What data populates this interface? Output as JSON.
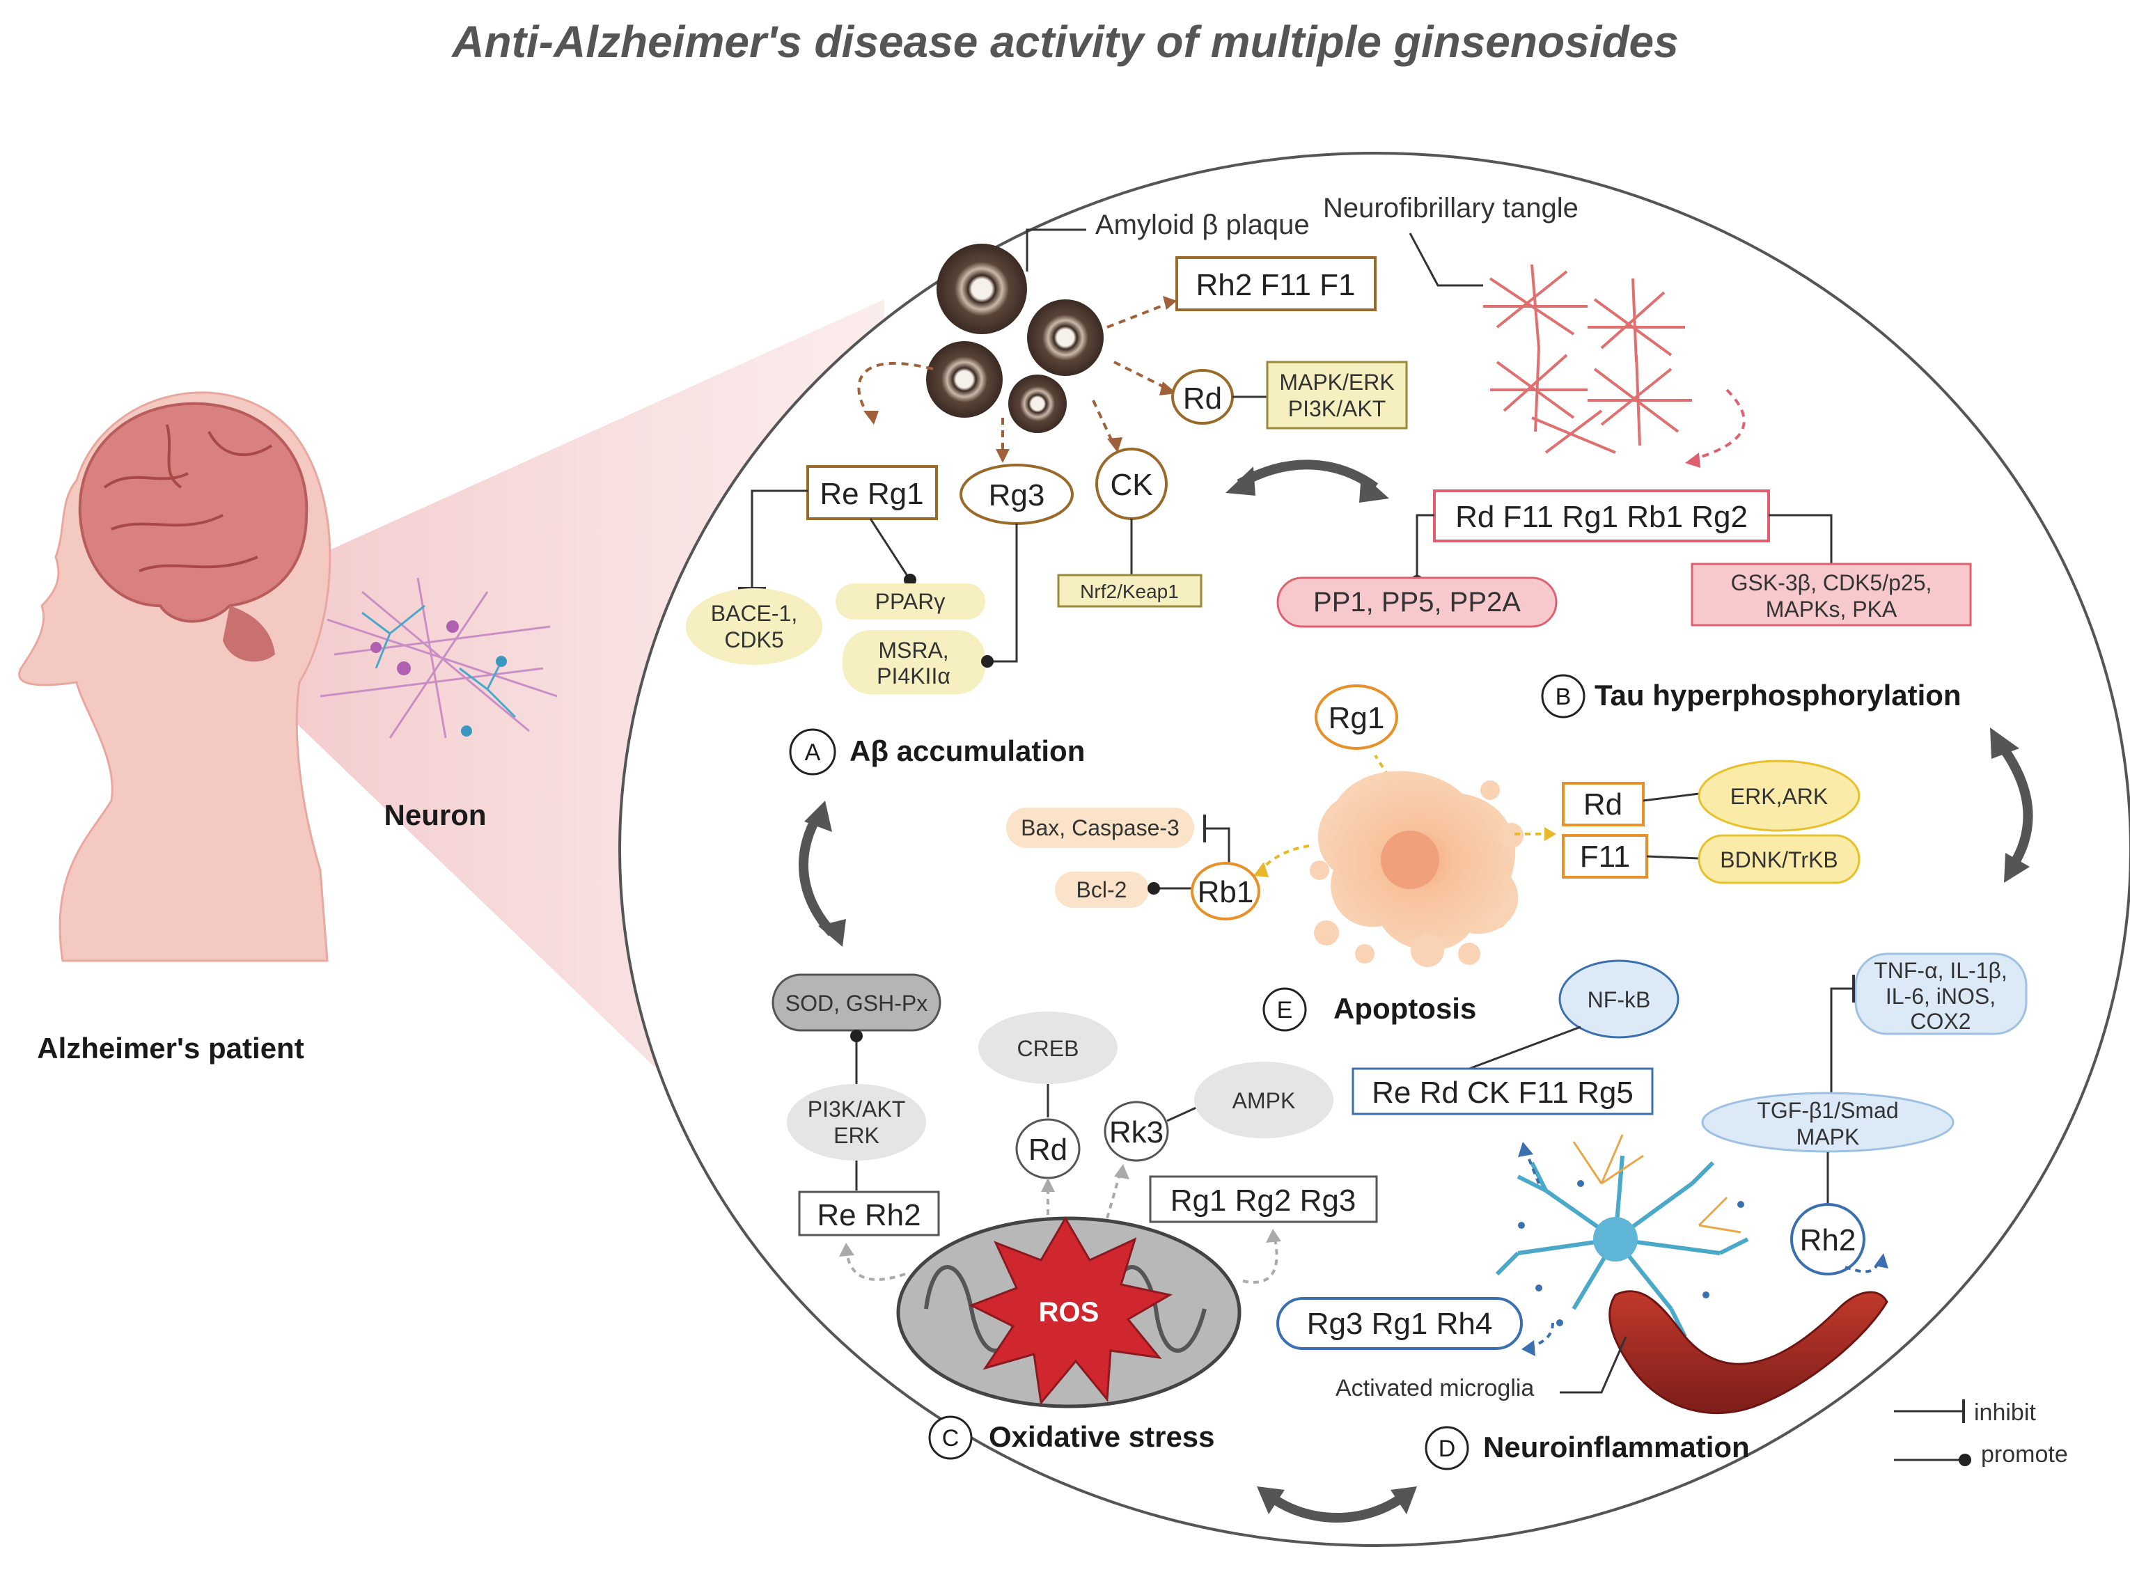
{
  "title": "Anti-Alzheimer's disease activity of multiple ginsenosides",
  "patient_label": "Alzheimer's patient",
  "neuron_label": "Neuron",
  "sections": {
    "A": {
      "letter": "A",
      "label": "Aβ accumulation"
    },
    "B": {
      "letter": "B",
      "label": "Tau hyperphosphorylation"
    },
    "C": {
      "letter": "C",
      "label": "Oxidative stress"
    },
    "D": {
      "letter": "D",
      "label": "Neuroinflammation"
    },
    "E": {
      "letter": "E",
      "label": "Apoptosis"
    }
  },
  "amyloid": {
    "plaque_label": "Amyloid β plaque",
    "rh2_f11_f1": "Rh2  F11  F1",
    "rd": "Rd",
    "mapk_erk": "MAPK/ERK",
    "pi3k_akt": "PI3K/AKT",
    "re_rg1": "Re  Rg1",
    "rg3": "Rg3",
    "ck": "CK",
    "bace1_line1": "BACE-1,",
    "bace1_line2": "CDK5",
    "ppar": "PPARγ",
    "msra_line1": "MSRA,",
    "msra_line2": "PI4KIIα",
    "nrf2": "Nrf2/Keap1"
  },
  "tau": {
    "tangle_label": "Neurofibrillary tangle",
    "ginsenosides": "Rd  F11  Rg1 Rb1  Rg2",
    "pp": "PP1, PP5, PP2A",
    "gsk_line1": "GSK-3β, CDK5/p25,",
    "gsk_line2": "MAPKs, PKA"
  },
  "apoptosis": {
    "rg1": "Rg1",
    "bax": "Bax, Caspase-3",
    "bcl2": "Bcl-2",
    "rb1": "Rb1",
    "rd": "Rd",
    "f11": "F11",
    "erk_ark": "ERK,ARK",
    "bdnk": "BDNK/TrKB"
  },
  "oxidative": {
    "sod": "SOD, GSH-Px",
    "pi3k_line1": "PI3K/AKT",
    "pi3k_line2": "ERK",
    "re_rh2": "Re  Rh2",
    "creb": "CREB",
    "rd": "Rd",
    "rk3": "Rk3",
    "ampk": "AMPK",
    "rg123": "Rg1 Rg2 Rg3",
    "ros": "ROS"
  },
  "inflammation": {
    "nfkb": "NF-kB",
    "re_rd": "Re Rd CK F11 Rg5",
    "tnf_line1": "TNF-α, IL-1β,",
    "tnf_line2": "IL-6, iNOS,",
    "tnf_line3": "COX2",
    "tgf_line1": "TGF-β1/Smad",
    "tgf_line2": "MAPK",
    "rh2": "Rh2",
    "rg3_rg1_rh4": "Rg3 Rg1 Rh4",
    "microglia_label": "Activated microglia"
  },
  "legend": {
    "inhibit": "inhibit",
    "promote": "promote"
  },
  "colors": {
    "amyloid_border": "#9a6a2a",
    "tau_border": "#e06070",
    "tau_fill": "#f7c9cd",
    "apoptosis_border": "#e8902a",
    "apoptosis_fill": "#fbe3c9",
    "inflammation_border": "#3a6fb0",
    "inflammation_fill": "#dce9f7",
    "yellow_fill": "#f6efc0",
    "brain": "#d98080",
    "skin": "#f3c9c2",
    "ros": "#d0262e"
  }
}
